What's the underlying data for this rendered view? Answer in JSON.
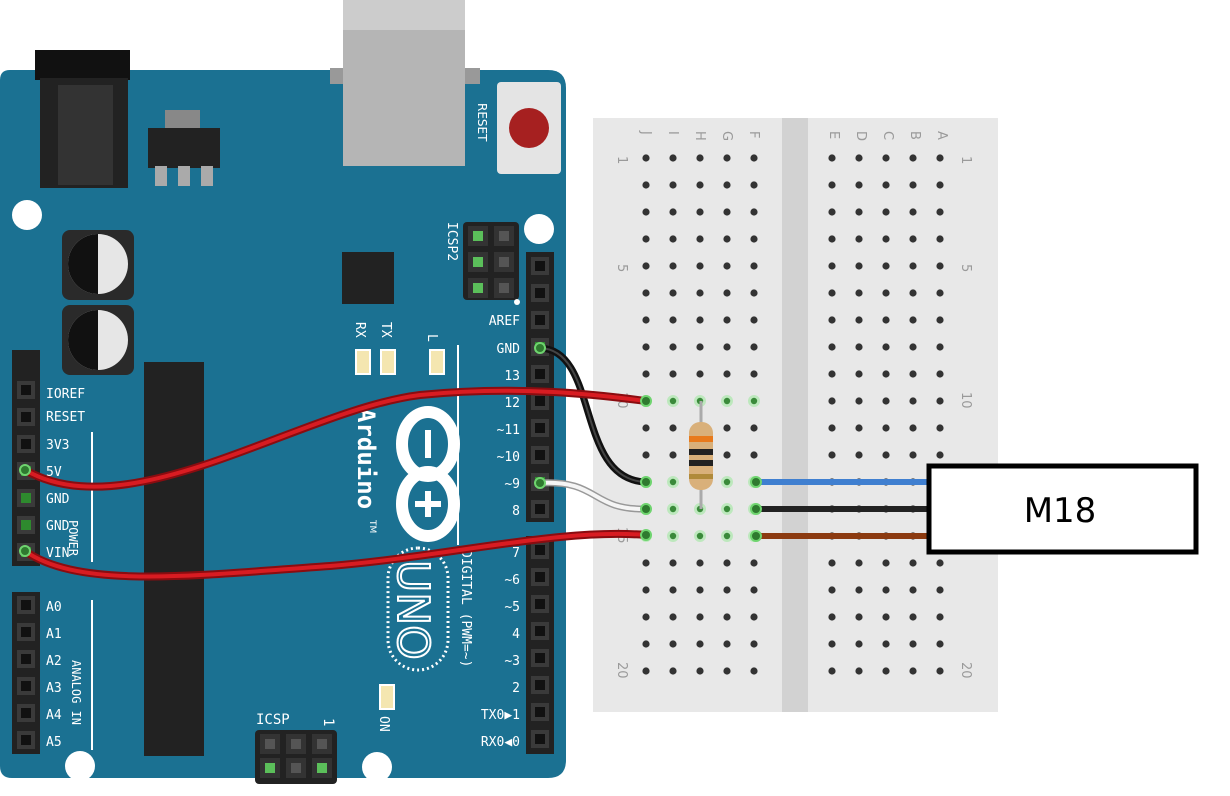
{
  "board": {
    "reset_label": "RESET",
    "icsp2_label": "ICSP2",
    "icsp_label": "ICSP",
    "icsp_pin1_label": "1",
    "aref_label": "AREF",
    "tx_label": "TX",
    "rx_label": "RX",
    "l_label": "L",
    "on_label": "ON",
    "brand_label": "Arduino",
    "tm_label": "TM",
    "model_label": "UNO",
    "digital_label": "DIGITAL (PWM=~)",
    "power_label": "POWER",
    "analog_label": "ANALOG IN",
    "power_pins": [
      "IOREF",
      "RESET",
      "3V3",
      "5V",
      "GND",
      "GND",
      "VIN"
    ],
    "analog_pins": [
      "A0",
      "A1",
      "A2",
      "A3",
      "A4",
      "A5"
    ],
    "digital_pins_upper": [
      "GND",
      "13",
      "12",
      "~11",
      "~10",
      "~9",
      "8"
    ],
    "digital_pins_lower": [
      "7",
      "~6",
      "~5",
      "4",
      "~3",
      "2",
      "TX0▶1",
      "RX0◀0"
    ]
  },
  "breadboard": {
    "columns_left": [
      "J",
      "I",
      "H",
      "G",
      "F"
    ],
    "columns_right": [
      "E",
      "D",
      "C",
      "B",
      "A"
    ],
    "row_numbers": [
      "1",
      "5",
      "10",
      "15",
      "20"
    ]
  },
  "sensor": {
    "label": "M18"
  },
  "colors": {
    "board": "#1b7192",
    "board_dark": "#0f5a78",
    "wire_red": "#c8131a",
    "wire_black": "#222222",
    "wire_white": "#e8e8e8",
    "wire_blue": "#3f7fd0",
    "wire_brown": "#8b3a10",
    "breadboard": "#e8e8e8"
  }
}
